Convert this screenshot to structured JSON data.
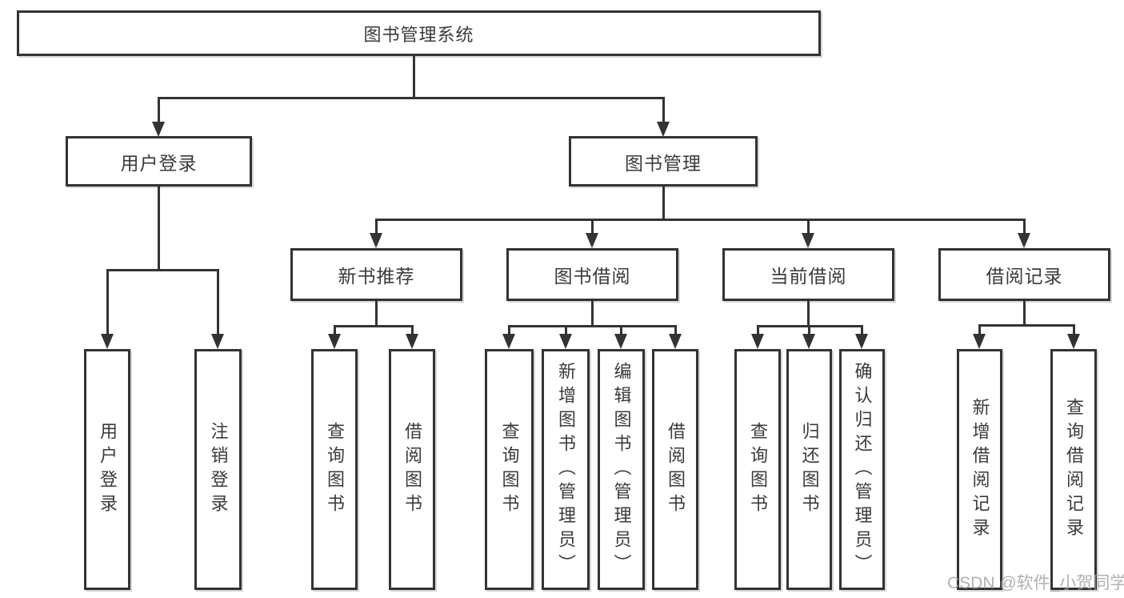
{
  "title": "图书管理系统",
  "branches": {
    "user_login": {
      "label": "用户登录",
      "children": [
        "用户登录",
        "注销登录"
      ]
    },
    "book_mgmt": {
      "label": "图书管理",
      "groups": [
        {
          "label": "新书推荐",
          "children": [
            "查询图书",
            "借阅图书"
          ]
        },
        {
          "label": "图书借阅",
          "children": [
            "查询图书",
            "新增图书（管理员）",
            "编辑图书（管理员）",
            "借阅图书"
          ]
        },
        {
          "label": "当前借阅",
          "children": [
            "查询图书",
            "归还图书",
            "确认归还（管理员）"
          ]
        },
        {
          "label": "借阅记录",
          "children": [
            "新增借阅记录",
            "查询借阅记录"
          ]
        }
      ]
    }
  },
  "watermark": "CSDN @软件_小贺同学",
  "colors": {
    "line": "#333333",
    "text": "#333333",
    "watermark": "#9e9e9e",
    "background": "#ffffff"
  }
}
